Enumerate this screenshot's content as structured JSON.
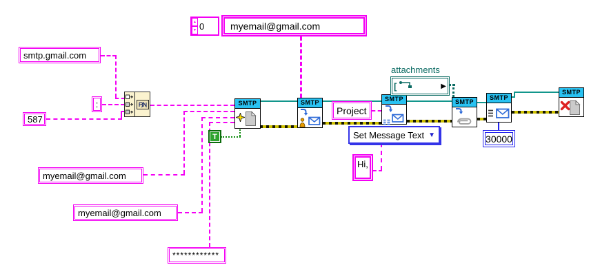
{
  "diagram_type": "labview-smtp-email-block-diagram",
  "colors": {
    "string_pink": "#F400F4",
    "refnum_teal": "#12968C",
    "attachments_teal": "#0A6A62",
    "numeric_blue": "#2222EE",
    "boolean_green": "#0C8A0C",
    "vi_banner_cyan": "#29C2F2",
    "error_wire_yellow": "#CDC000"
  },
  "constants": {
    "server": {
      "value": "smtp.gmail.com"
    },
    "colon": {
      "value": ":"
    },
    "port": {
      "value": "587"
    },
    "recipients": {
      "index": "0",
      "value": "myemail@gmail.com"
    },
    "from_email": {
      "value": "myemail@gmail.com"
    },
    "username": {
      "value": "myemail@gmail.com"
    },
    "password": {
      "value": "************"
    },
    "use_tls": {
      "value": "T"
    },
    "subject": {
      "value": "Project"
    },
    "message_text": {
      "value": "Hi,"
    },
    "timeout_ms": {
      "value": "30000"
    }
  },
  "attachments": {
    "label": "attachments"
  },
  "selector": {
    "label": "Set Message Text",
    "arrow": "▼"
  },
  "icons": {
    "spinner_up": "▲",
    "spinner_down": "▼",
    "array_bracket": "[",
    "browse_arrow": "▶"
  },
  "vis": [
    {
      "banner": "SMTP",
      "name": "open-handle"
    },
    {
      "banner": "SMTP",
      "name": "set-recipients"
    },
    {
      "banner": "SMTP",
      "name": "set-message"
    },
    {
      "banner": "SMTP",
      "name": "add-attachments"
    },
    {
      "banner": "SMTP",
      "name": "send"
    },
    {
      "banner": "SMTP",
      "name": "close-handle"
    }
  ]
}
